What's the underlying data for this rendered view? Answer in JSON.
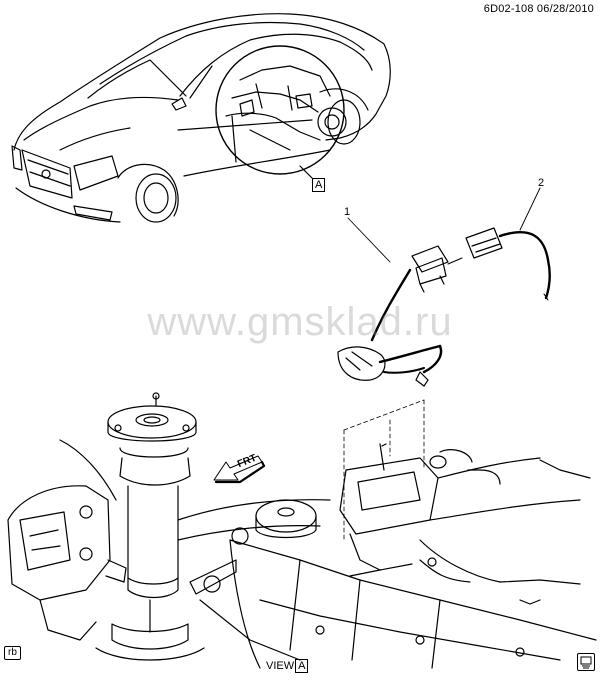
{
  "header": {
    "code_date": "6D02-108  06/28/2010"
  },
  "callouts": {
    "one": "1",
    "two": "2"
  },
  "view_marker": "A",
  "view_label": {
    "prefix": "VIEW",
    "letter": "A"
  },
  "direction_label": "FRT",
  "watermark": "www.gmsklad.ru",
  "corner_tag": "rb",
  "icons": {
    "direction": "front-arrow-icon",
    "corner": "catalog-icon"
  }
}
